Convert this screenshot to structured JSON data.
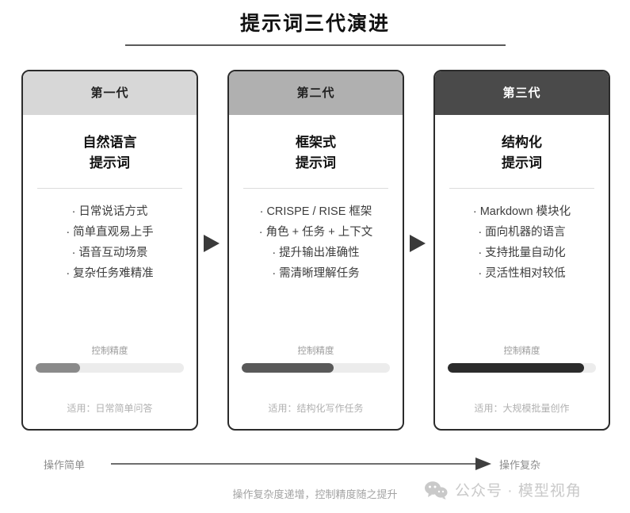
{
  "page": {
    "title": "提示词三代演进"
  },
  "cards": [
    {
      "header": "第一代",
      "title_line1": "自然语言",
      "title_line2": "提示词",
      "bullets": [
        "· 日常说话方式",
        "· 简单直观易上手",
        "· 语音互动场景",
        "· 复杂任务难精准"
      ],
      "meter_label": "控制精度",
      "meter_percent": 30,
      "meter_color": "#8a8a8a",
      "footnote": "适用：日常简单问答"
    },
    {
      "header": "第二代",
      "title_line1": "框架式",
      "title_line2": "提示词",
      "bullets": [
        "· CRISPE / RISE 框架",
        "· 角色 + 任务 + 上下文",
        "· 提升输出准确性",
        "· 需清晰理解任务"
      ],
      "meter_label": "控制精度",
      "meter_percent": 62,
      "meter_color": "#595959",
      "footnote": "适用：结构化写作任务"
    },
    {
      "header": "第三代",
      "title_line1": "结构化",
      "title_line2": "提示词",
      "bullets": [
        "· Markdown 模块化",
        "· 面向机器的语言",
        "· 支持批量自动化",
        "· 灵活性相对较低"
      ],
      "meter_label": "控制精度",
      "meter_percent": 92,
      "meter_color": "#2b2b2b",
      "footnote": "适用：大规模批量创作"
    }
  ],
  "axis": {
    "left_label": "操作简单",
    "right_label": "操作复杂",
    "caption": "操作复杂度递增，控制精度随之提升"
  },
  "watermark": {
    "icon": "wechat-icon",
    "text": "公众号 · 模型视角"
  },
  "theme": {
    "border": "#2b2b2b",
    "gen1_header_bg": "#d7d7d7",
    "gen2_header_bg": "#b0b0b0",
    "gen3_header_bg": "#4a4a4a",
    "track": "#ececec"
  }
}
